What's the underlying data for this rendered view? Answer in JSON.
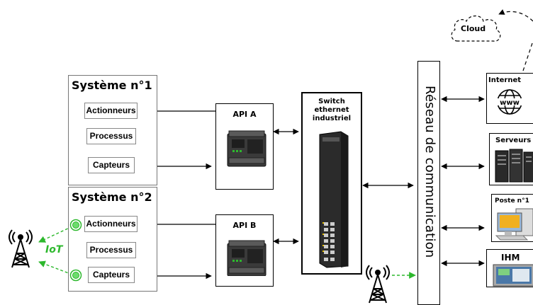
{
  "systems": [
    {
      "title": "Système n°1",
      "actionneurs": "Actionneurs",
      "processus": "Processus",
      "capteurs": "Capteurs"
    },
    {
      "title": "Système n°2",
      "actionneurs": "Actionneurs",
      "processus": "Processus",
      "capteurs": "Capteurs"
    }
  ],
  "apis": [
    {
      "label": "API A"
    },
    {
      "label": "API B"
    }
  ],
  "switch": {
    "line1": "Switch",
    "line2": "ethernet",
    "line3": "industriel"
  },
  "network": {
    "label": "Réseau de communication"
  },
  "nodes": {
    "internet": "Internet",
    "serveurs": "Serveurs",
    "poste": "Poste n°1",
    "ihm": "IHM"
  },
  "cloud": {
    "label": "Cloud"
  },
  "iot": {
    "label": "IoT"
  },
  "icons": [
    "antenna-icon",
    "www-globe-icon",
    "server-rack-icon",
    "computer-icon",
    "hmi-panel-icon",
    "cloud-icon",
    "plc-icon",
    "ethernet-switch-icon",
    "sensor-ring-icon"
  ],
  "colors": {
    "iot_green": "#2db82d",
    "line": "#000000"
  }
}
